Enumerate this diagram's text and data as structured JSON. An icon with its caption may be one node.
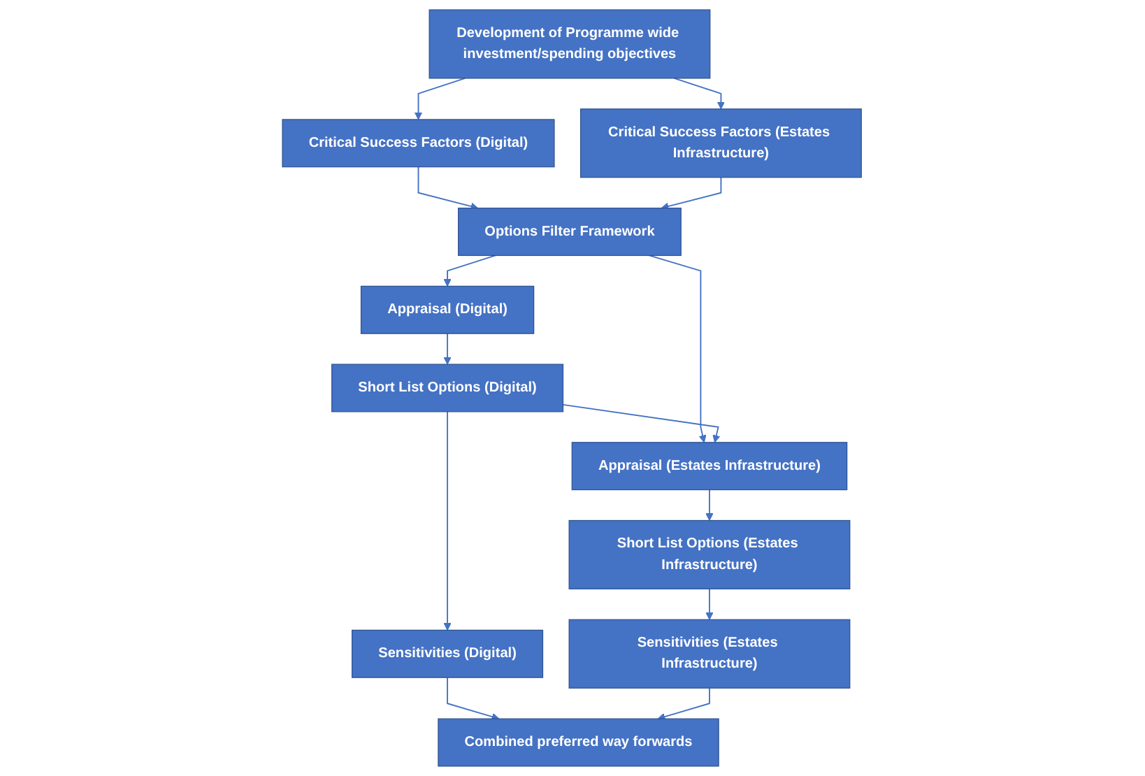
{
  "diagram": {
    "nodes": [
      {
        "text": [
          "Development of Programme wide investment/spending objectives"
        ]
      },
      {
        "text": [
          "Critical Success Factors (Digital)"
        ]
      },
      {
        "text": [
          "Critical Success Factors (Estates Infrastructure)"
        ]
      },
      {
        "text": [
          "Options Filter Framework"
        ]
      },
      {
        "text": [
          "Appraisal (Digital)"
        ]
      },
      {
        "text": [
          "Appraisal (Estates Infrastructure)"
        ]
      },
      {
        "text": [
          "Short List Options (Digital)"
        ]
      },
      {
        "text": [
          "Short List Options (Estates Infrastructure)"
        ]
      },
      {
        "text": [
          "Sensitivities (Digital)"
        ]
      },
      {
        "text": [
          "Sensitivities (Estates Infrastructure)"
        ]
      },
      {
        "text": [
          "Combined preferred way forwards"
        ]
      }
    ],
    "edges": [
      {
        "from": 0,
        "to": 1,
        "arrow": "to"
      },
      {
        "from": 0,
        "to": 2,
        "arrow": "to"
      },
      {
        "from": 1,
        "to": 3,
        "arrow": "to"
      },
      {
        "from": 2,
        "to": 3,
        "arrow": "to"
      },
      {
        "from": 3,
        "to": 4,
        "arrow": "to"
      },
      {
        "from": 3,
        "to": 5,
        "arrow": "to"
      },
      {
        "from": 4,
        "to": 6,
        "arrow": "to"
      },
      {
        "from": 6,
        "to": 5,
        "arrow": "to"
      },
      {
        "from": 5,
        "to": 7,
        "arrow": "to"
      },
      {
        "from": 6,
        "to": 8,
        "arrow": "to"
      },
      {
        "from": 7,
        "to": 9,
        "arrow": "to"
      },
      {
        "from": 8,
        "to": 10,
        "arrow": "to"
      },
      {
        "from": 9,
        "to": 10,
        "arrow": "to"
      }
    ]
  }
}
